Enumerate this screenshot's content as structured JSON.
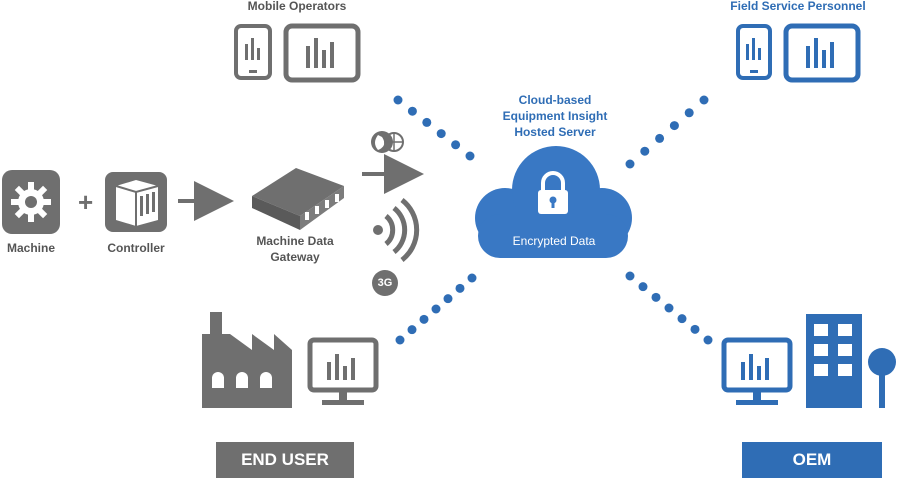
{
  "labels": {
    "mobile_operators": "Mobile Operators",
    "field_service": "Field Service Personnel",
    "cloud_server": "Cloud-based Equipment Insight Hosted Server",
    "encrypted": "Encrypted Data",
    "machine": "Machine",
    "controller": "Controller",
    "gateway": "Machine Data Gateway",
    "cellular": "3G",
    "end_user": "END USER",
    "oem": "OEM"
  },
  "colors": {
    "gray": "#6f6f6f",
    "blue": "#2f6db5",
    "cloud": "#3978c4"
  }
}
